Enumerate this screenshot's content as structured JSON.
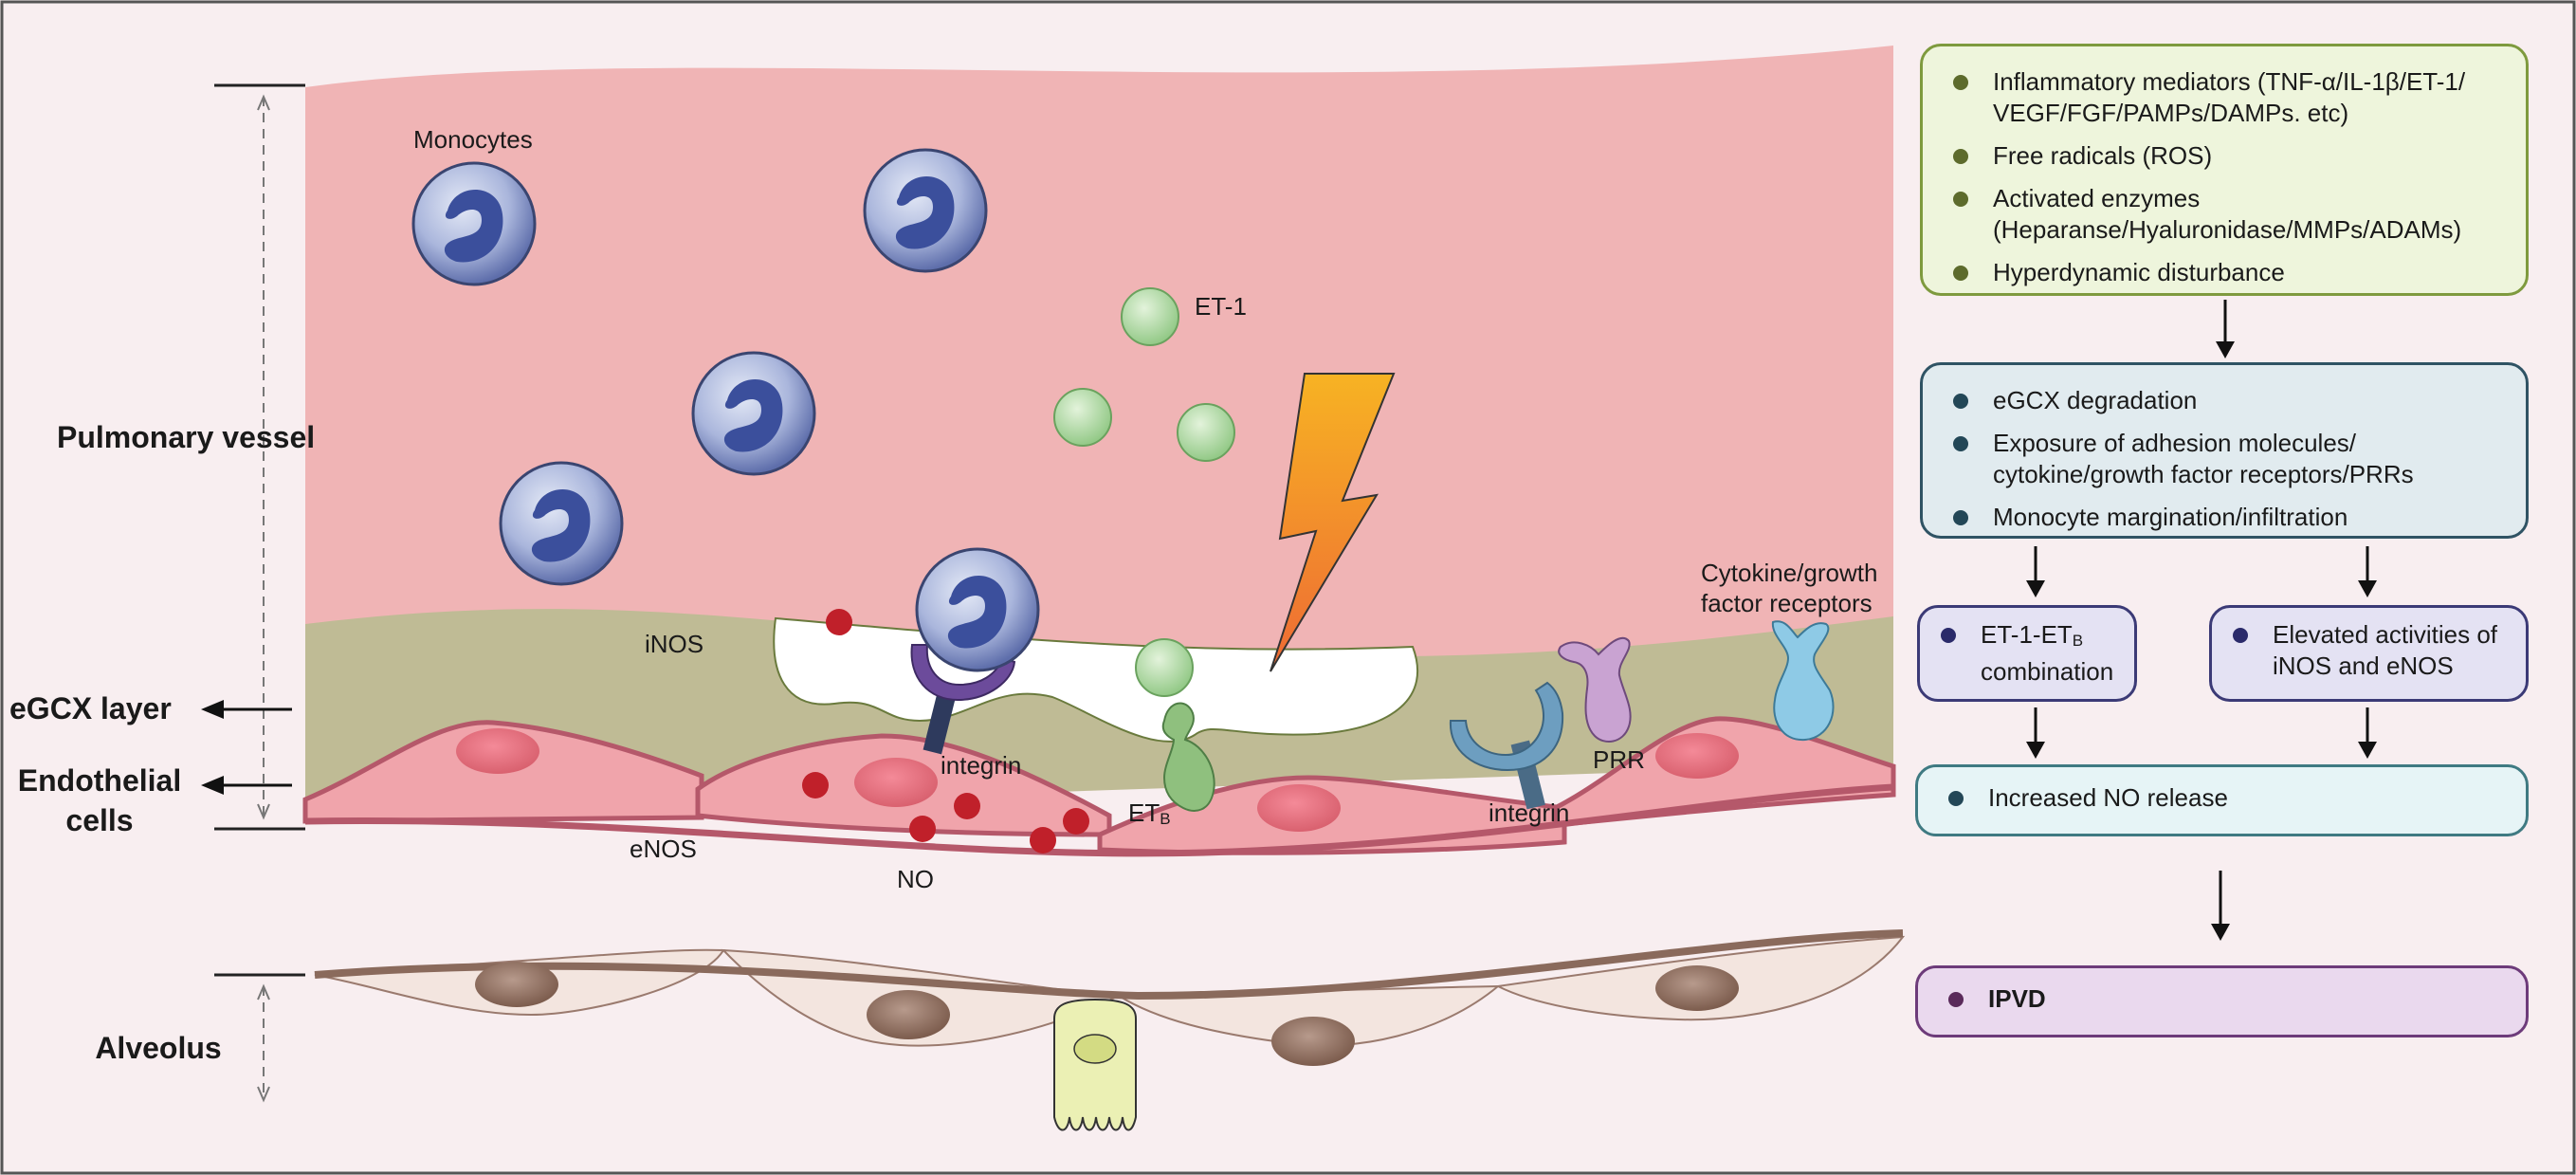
{
  "labels": {
    "pulmonary_vessel": "Pulmonary vessel",
    "egcx_layer": "eGCX layer",
    "endothelial_cells": "Endothelial cells",
    "alveolus": "Alveolus",
    "monocytes": "Monocytes",
    "et1": "ET-1",
    "inos": "iNOS",
    "integrin_left": "integrin",
    "etb_main": "ET",
    "etb_sub": "B",
    "integrin_right": "integrin",
    "prr": "PRR",
    "cytokine_receptors": "Cytokine/growth factor receptors",
    "enos": "eNOS",
    "no": "NO"
  },
  "box1": {
    "items": [
      "Inflammatory mediators (TNF-α/IL-1β/ET-1/ VEGF/FGF/PAMPs/DAMPs. etc)",
      "Free radicals (ROS)",
      "Activated enzymes (Heparanse/Hyaluronidase/MMPs/ADAMs)",
      "Hyperdynamic disturbance"
    ]
  },
  "box2": {
    "items": [
      "eGCX degradation",
      "Exposure of adhesion molecules/ cytokine/growth factor receptors/PRRs",
      "Monocyte margination/infiltration"
    ]
  },
  "box3": {
    "text_main": "ET-1-ET",
    "text_sub": "B",
    "text_tail": "combination"
  },
  "box4": {
    "text": "Elevated activities of iNOS and eNOS"
  },
  "box5": {
    "text": "Increased NO release"
  },
  "box6": {
    "text": "IPVD"
  },
  "colors": {
    "vessel": "#f0b4b5",
    "egcx": "#bfbb95",
    "endothelial": "#f0a4ab",
    "box1_fill": "#eef5dc",
    "box1_border": "#7e9a3e",
    "box1_dot": "#5d6b2c",
    "box2_fill": "#e1ebef",
    "box2_border": "#2f5364",
    "box2_dot": "#234757",
    "box34_fill": "#e4e2f3",
    "box34_border": "#3b3a76",
    "box34_dot": "#2a2a6a",
    "box5_fill": "#e6f4f6",
    "box5_border": "#3f7a82",
    "box5_dot": "#234757",
    "box6_fill": "#ead9ee",
    "box6_border": "#6d3b7a",
    "box6_dot": "#5a2a5a",
    "no_molecule": "#c0202a",
    "lightning": "#f29b2c"
  }
}
